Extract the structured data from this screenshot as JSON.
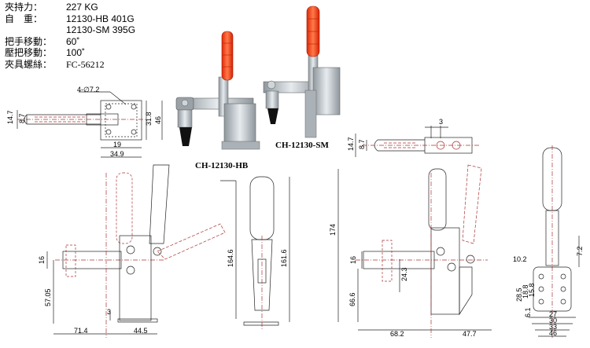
{
  "spec": {
    "rows": [
      {
        "label": "夾持力：",
        "value": "227 KG"
      },
      {
        "label": "自　重：",
        "value": "12130-HB  401G"
      },
      {
        "label": "",
        "value": "12130-SM  395G"
      },
      {
        "label": "把手移動：",
        "value": "60˚"
      },
      {
        "label": "壓把移動：",
        "value": "100˚"
      },
      {
        "label": "夾具螺絲：",
        "value": "FC-56212"
      }
    ]
  },
  "models": {
    "hb": "CH-12130-HB",
    "sm": "CH-12130-SM"
  },
  "dims": {
    "top_left": {
      "hole": "4-∅7.2",
      "h147": "14.7",
      "h87": "8.7",
      "h318": "31.8",
      "h46": "46",
      "w19": "19",
      "w349": "34.9"
    },
    "top_right": {
      "w3": "3",
      "h147": "14.7",
      "h87": "8.7"
    },
    "bottom_left": {
      "h16": "16",
      "h5705": "57.05",
      "h3": "3",
      "w714": "71.4",
      "w445": "44.5",
      "h1646": "164.6",
      "h1616": "161.6"
    },
    "bottom_right": {
      "h174": "174",
      "h16": "16",
      "h243": "24.3",
      "h666": "66.6",
      "w682": "68.2",
      "w477": "47.7",
      "h102": "10.2",
      "h72": "7.2",
      "h285": "28.5",
      "h188": "18.8",
      "h158": "15.8",
      "h61": "6.1",
      "w27": "27",
      "w30": "30",
      "w33": "33",
      "w46": "46"
    }
  },
  "colors": {
    "grip": "#ff4a1a",
    "steel": "#bcc3c8",
    "line": "#222222"
  }
}
